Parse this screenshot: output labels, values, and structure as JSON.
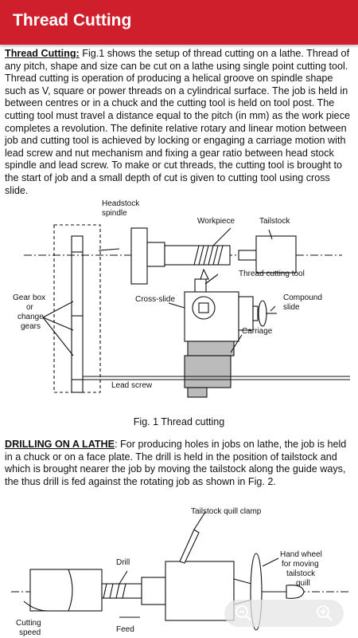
{
  "app": {
    "title": "Thread Cutting"
  },
  "section1": {
    "heading": "Thread Cutting:",
    "text": " Fig.1 shows the setup of thread cutting on a lathe. Thread of any pitch, shape and size can be cut on a lathe using single point cutting tool. Thread cutting is operation of producing a helical groove on spindle shape such as V, square or power threads on a cylindrical surface. The job is held in between centres or in a chuck and the cutting tool is held on tool post. The cutting tool must travel a distance equal to the pitch (in mm) as the work piece completes a revolution. The definite relative rotary and linear motion between job and cutting tool is achieved by locking or engaging a carriage motion with lead screw and nut mechanism and fixing a gear ratio between head stock spindle and lead screw. To make or cut threads, the cutting tool is brought to the start of job and a small depth of cut is given to cutting tool using cross slide."
  },
  "figure1": {
    "labels": {
      "headstock": "Headstock",
      "spindle": "spindle",
      "workpiece": "Workpiece",
      "tailstock": "Tailstock",
      "thread_tool": "Thread cutting tool",
      "cross_slide": "Cross-slide",
      "compound": "Compound",
      "slide": "slide",
      "carriage": "Carriage",
      "gearbox1": "Gear box",
      "gearbox2": "or",
      "gearbox3": "change",
      "gearbox4": "gears",
      "lead_screw": "Lead screw"
    },
    "caption": "Fig. 1 Thread cutting"
  },
  "section2": {
    "heading": "DRILLING ON A LATHE",
    "text": ": For producing holes in jobs on lathe, the job is held in a chuck or on a face plate. The drill is held in the position of tailstock and which is brought nearer the job by moving the tailstock along the guide ways, the thus drill is fed against the rotating job as shown in Fig. 2."
  },
  "figure2": {
    "labels": {
      "quill_clamp": "Tailstock quill clamp",
      "drill": "Drill",
      "hand1": "Hand wheel",
      "hand2": "for moving",
      "hand3": "tailstock",
      "hand4": "quill",
      "cutting": "Cutting",
      "speed": "speed",
      "feed": "Feed"
    }
  },
  "zoom": {
    "out_icon": "zoom-out-icon",
    "in_icon": "zoom-in-icon"
  }
}
